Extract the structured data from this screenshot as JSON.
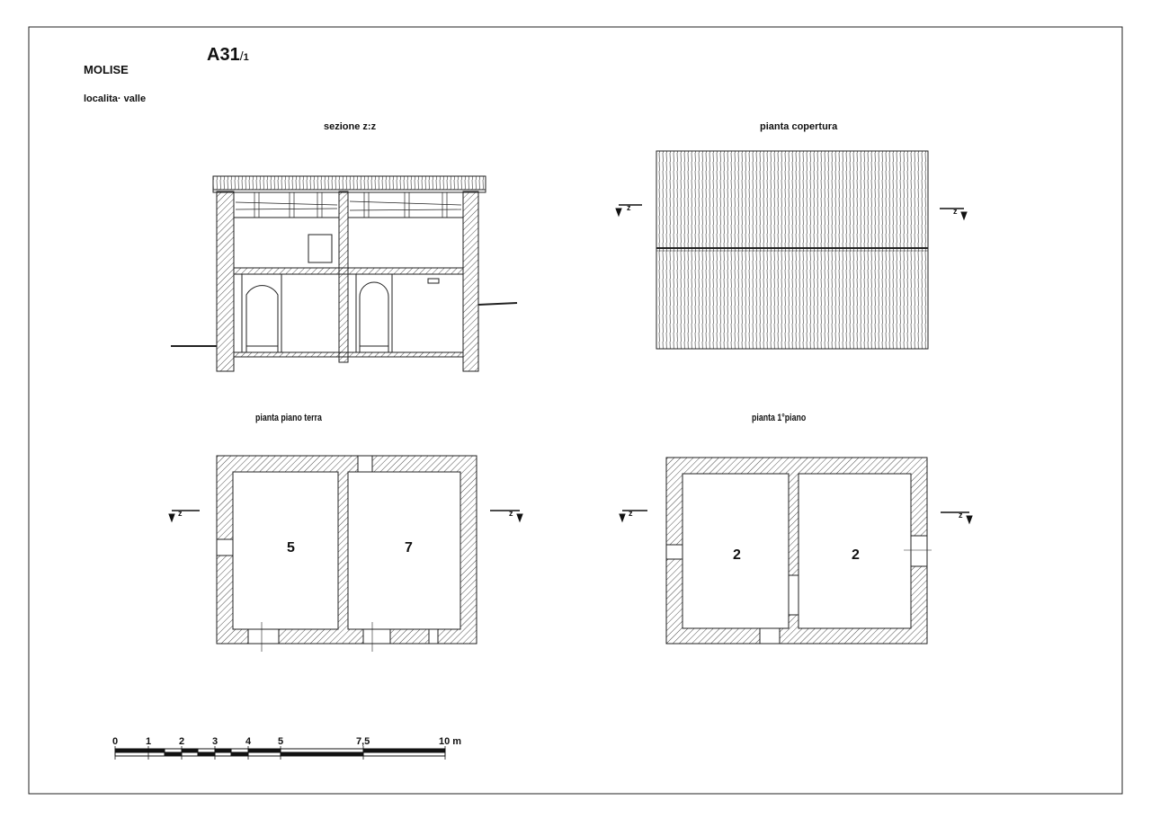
{
  "sheet": {
    "code": "A31",
    "code_fraction": "1",
    "region": "MOLISE",
    "locality": "localita· valle"
  },
  "views": {
    "section": {
      "title": "sezione z:z"
    },
    "roof_plan": {
      "title": "pianta copertura"
    },
    "ground_plan": {
      "title": "pianta piano terra",
      "rooms": [
        "5",
        "7"
      ]
    },
    "first_plan": {
      "title": "pianta 1°piano",
      "rooms": [
        "2",
        "2"
      ]
    }
  },
  "section_marker": "z",
  "scale_bar": {
    "labels": [
      "0",
      "1",
      "2",
      "3",
      "4",
      "5",
      "7,5",
      "10 m"
    ]
  }
}
